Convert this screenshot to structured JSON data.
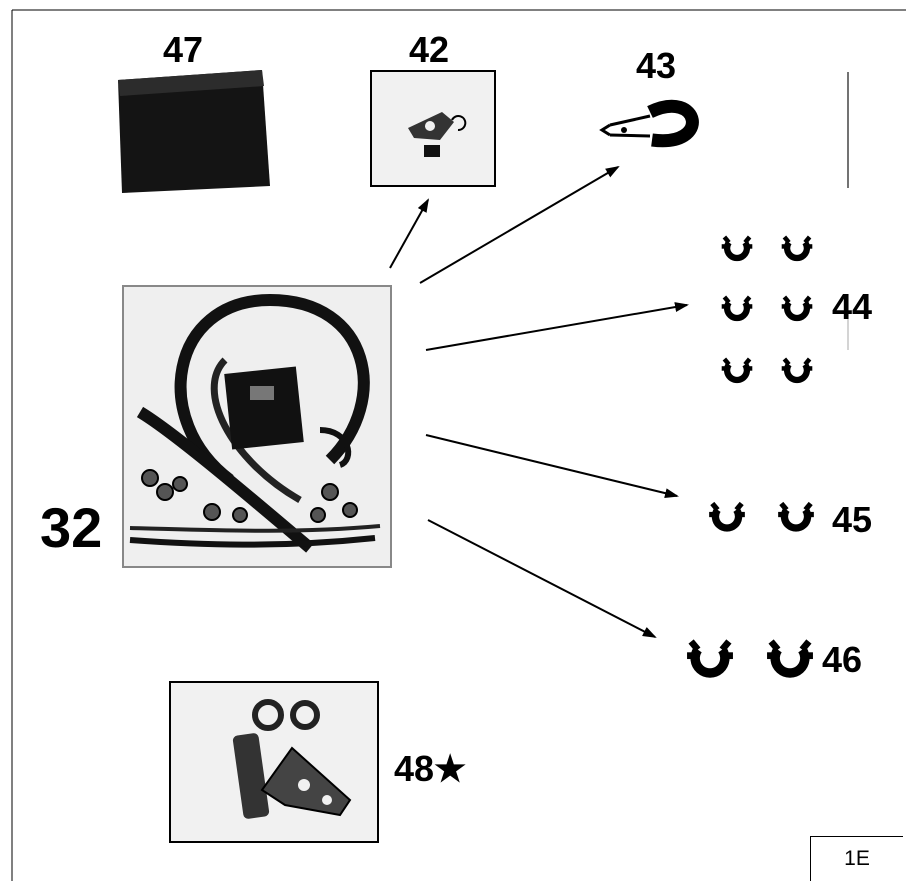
{
  "labels": {
    "part_47": "47",
    "part_42": "42",
    "part_43": "43",
    "part_44": "44",
    "part_45": "45",
    "part_46": "46",
    "part_48": "48★",
    "part_32": "32"
  },
  "page_ref": "1E",
  "colors": {
    "ink": "#000000",
    "background": "#ffffff",
    "bag_fill": "#f1f1f1"
  },
  "icons": {
    "part_47": "black-box-icon",
    "part_42": "bracket-bag-icon",
    "part_43": "cushion-clamp-icon",
    "part_44": "small-hose-clip-icon",
    "part_45": "medium-hose-clip-icon",
    "part_46": "large-hose-clip-icon",
    "part_48": "hardware-bag-icon",
    "part_32": "harness-kit-bag-icon"
  }
}
